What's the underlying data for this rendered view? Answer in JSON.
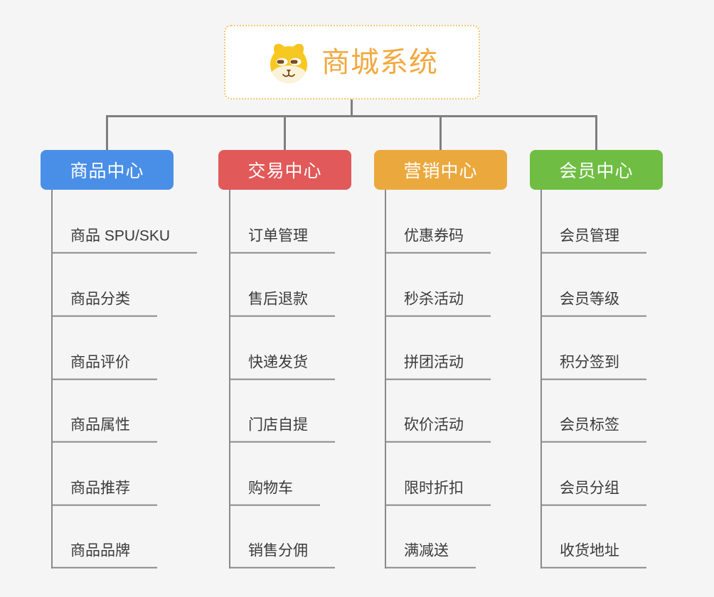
{
  "root": {
    "title": "商城系统",
    "icon": "shiba-dog-face-icon",
    "title_color": "#f2a940",
    "border_color": "#f3c776"
  },
  "connector_color": "#7f7f7f",
  "branches": [
    {
      "label": "商品中心",
      "color": "#4a8fe7",
      "items": [
        "商品 SPU/SKU",
        "商品分类",
        "商品评价",
        "商品属性",
        "商品推荐",
        "商品品牌"
      ]
    },
    {
      "label": "交易中心",
      "color": "#e25959",
      "items": [
        "订单管理",
        "售后退款",
        "快递发货",
        "门店自提",
        "购物车",
        "销售分佣"
      ]
    },
    {
      "label": "营销中心",
      "color": "#eba93d",
      "items": [
        "优惠券码",
        "秒杀活动",
        "拼团活动",
        "砍价活动",
        "限时折扣",
        "满减送"
      ]
    },
    {
      "label": "会员中心",
      "color": "#6fbe43",
      "items": [
        "会员管理",
        "会员等级",
        "积分签到",
        "会员标签",
        "会员分组",
        "收货地址"
      ]
    }
  ]
}
